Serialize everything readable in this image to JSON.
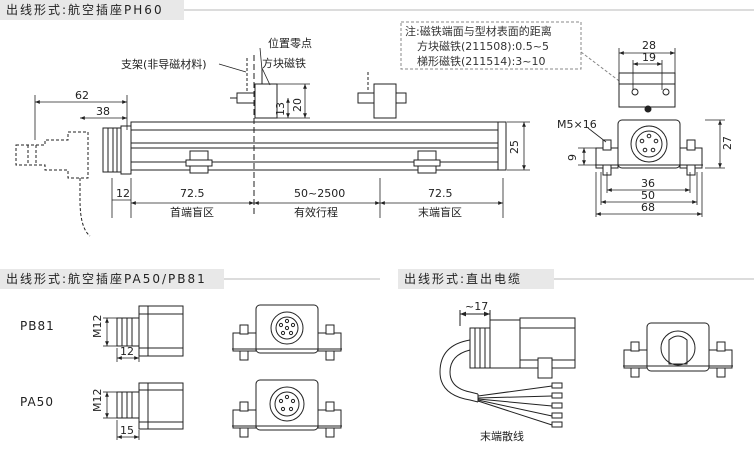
{
  "headers": {
    "top": "出线形式:航空插座PH60",
    "bottom_left": "出线形式:航空插座PA50/PB81",
    "bottom_right": "出线形式:直出电缆"
  },
  "note": {
    "line1": "注:磁铁端面与型材表面的距离",
    "line2": "方块磁铁(211508):0.5~5",
    "line3": "梯形磁铁(211514):3~10"
  },
  "top_labels": {
    "zero_position": "位置零点",
    "bracket": "支架(非导磁材料)",
    "square_magnet": "方块磁铁"
  },
  "top_dims": {
    "d62": "62",
    "d38": "38",
    "d12": "12",
    "d13": "13",
    "d20": "20",
    "d25": "25",
    "d72_left": "72.5",
    "d_stroke": "50~2500",
    "d72_right": "72.5"
  },
  "zones": {
    "start_dead": "首端盲区",
    "effective": "有效行程",
    "end_dead": "末端盲区"
  },
  "side_dims": {
    "d28": "28",
    "d19": "19",
    "m5": "M5×16",
    "d27": "27",
    "d9": "9",
    "d36": "36",
    "d50": "50",
    "d68": "68"
  },
  "bottom_left": {
    "pb81_label": "PB81",
    "pa50_label": "PA50",
    "m12_top": "M12",
    "m12_bottom": "M12",
    "d12": "12",
    "d15": "15"
  },
  "bottom_right": {
    "d17": "~17",
    "cable_end": "末端散线"
  }
}
